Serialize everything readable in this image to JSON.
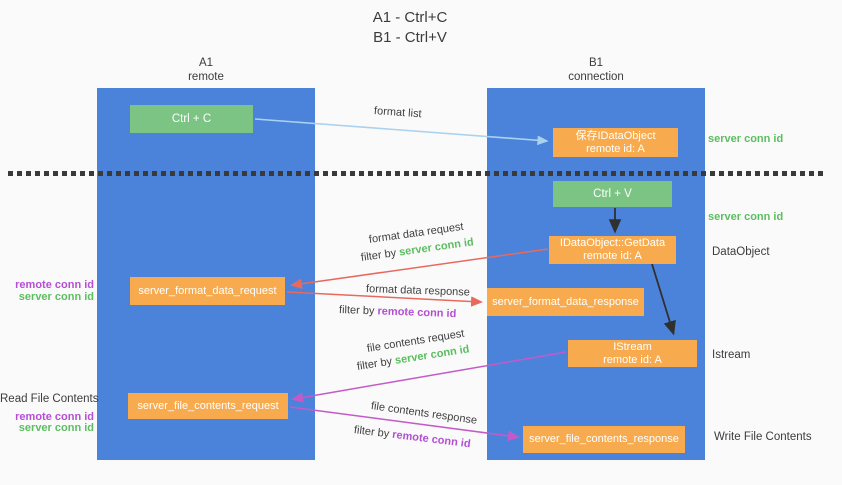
{
  "title": {
    "line1": "A1 - Ctrl+C",
    "line2": "B1 - Ctrl+V"
  },
  "lanes": {
    "a": {
      "name": "A1",
      "subtitle": "remote"
    },
    "b": {
      "name": "B1",
      "subtitle": "connection"
    }
  },
  "nodes": {
    "ctrl_c": {
      "label": "Ctrl + C"
    },
    "save_idataobject": {
      "line1": "保存IDataObject",
      "line2": "remote id: A"
    },
    "ctrl_v": {
      "label": "Ctrl + V"
    },
    "getdata": {
      "line1": "IDataObject::GetData",
      "line2": "remote id: A"
    },
    "istream": {
      "line1": "IStream",
      "line2": "remote id: A"
    },
    "format_request": {
      "label": "server_format_data_request"
    },
    "format_response": {
      "label": "server_format_data_response"
    },
    "file_request": {
      "label": "server_file_contents_request"
    },
    "file_response": {
      "label": "server_file_contents_response"
    }
  },
  "edge_labels": {
    "format_list": "format list",
    "format_data_request": "format data request",
    "format_data_response": "format data response",
    "file_contents_request": "file contents request",
    "file_contents_response": "file contents response",
    "filter_by": "filter by",
    "server_conn_id": "server conn id",
    "remote_conn_id": "remote conn id"
  },
  "side_labels": {
    "server_conn_id_top": "server conn id",
    "server_conn_id_mid": "server conn id",
    "dataobject": "DataObject",
    "istream": "Istream",
    "write_file_contents": "Write File Contents",
    "read_file_contents": "Read File Contents",
    "remote_conn_id_format": "remote conn id",
    "server_conn_id_format": "server conn id",
    "remote_conn_id_file": "remote conn id",
    "server_conn_id_file": "server conn id"
  },
  "colors": {
    "background": "#fafafa",
    "lane_blue": "#4c83da",
    "box_green": "#7cc484",
    "box_orange": "#f7ab4e",
    "arrow_red": "#e8695e",
    "arrow_magenta": "#c45ac8",
    "arrow_lightblue": "#a9d2ee",
    "arrow_black": "#303030",
    "text_green": "#5cbe60",
    "text_purple": "#b44fd4",
    "text_dark": "#3c3c3c"
  }
}
